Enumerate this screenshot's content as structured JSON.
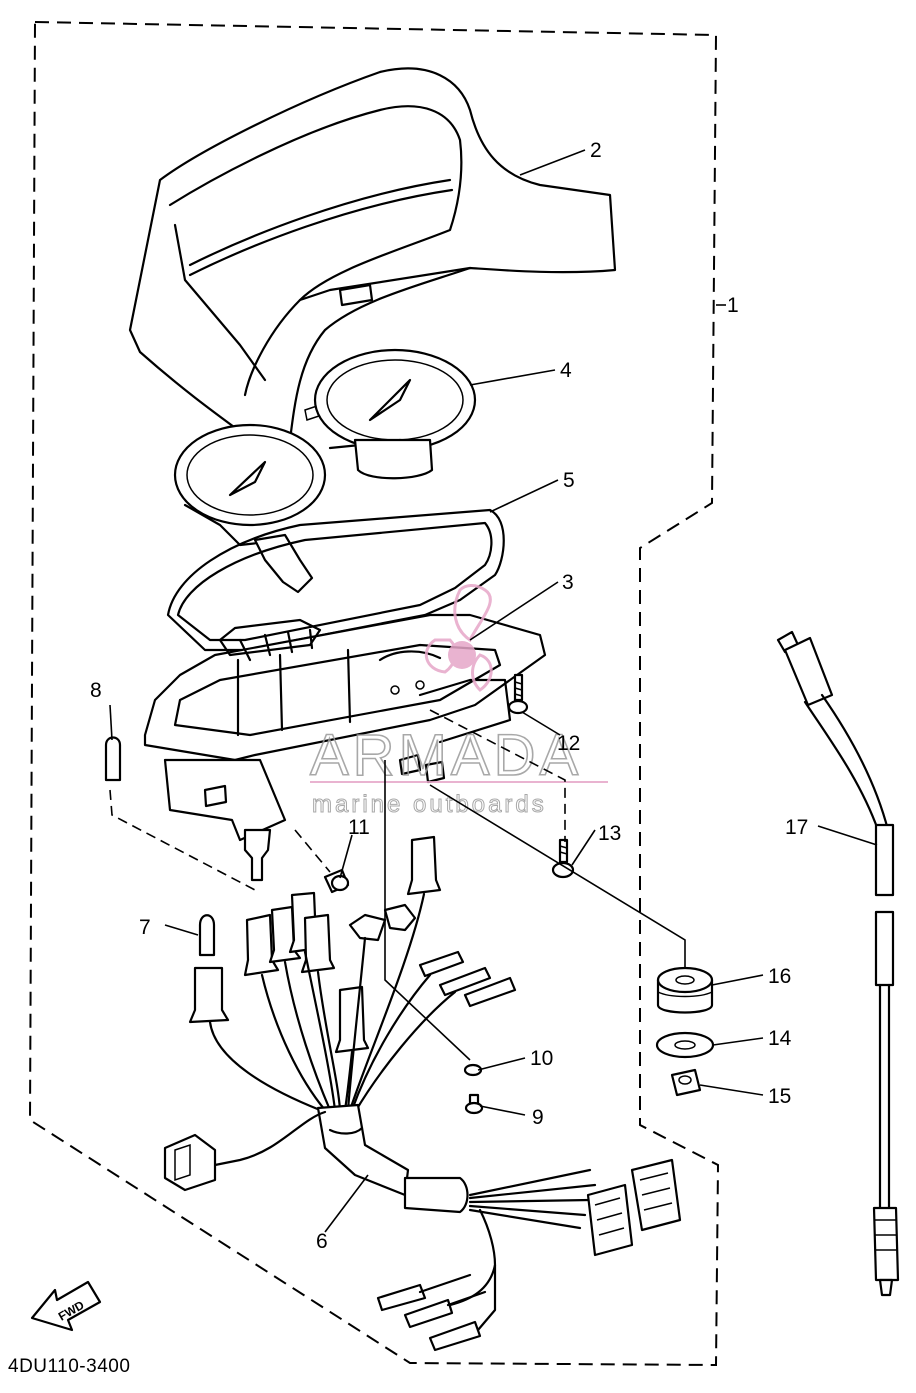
{
  "diagram": {
    "part_code": "4DU110-3400",
    "direction_label": "FWD",
    "callouts": [
      "1",
      "2",
      "3",
      "4",
      "5",
      "6",
      "7",
      "8",
      "9",
      "10",
      "11",
      "12",
      "13",
      "14",
      "15",
      "16",
      "17"
    ]
  },
  "watermark": {
    "brand": "ARMADA",
    "tagline": "marine outboards",
    "accent_color": "#e6a6c8"
  }
}
